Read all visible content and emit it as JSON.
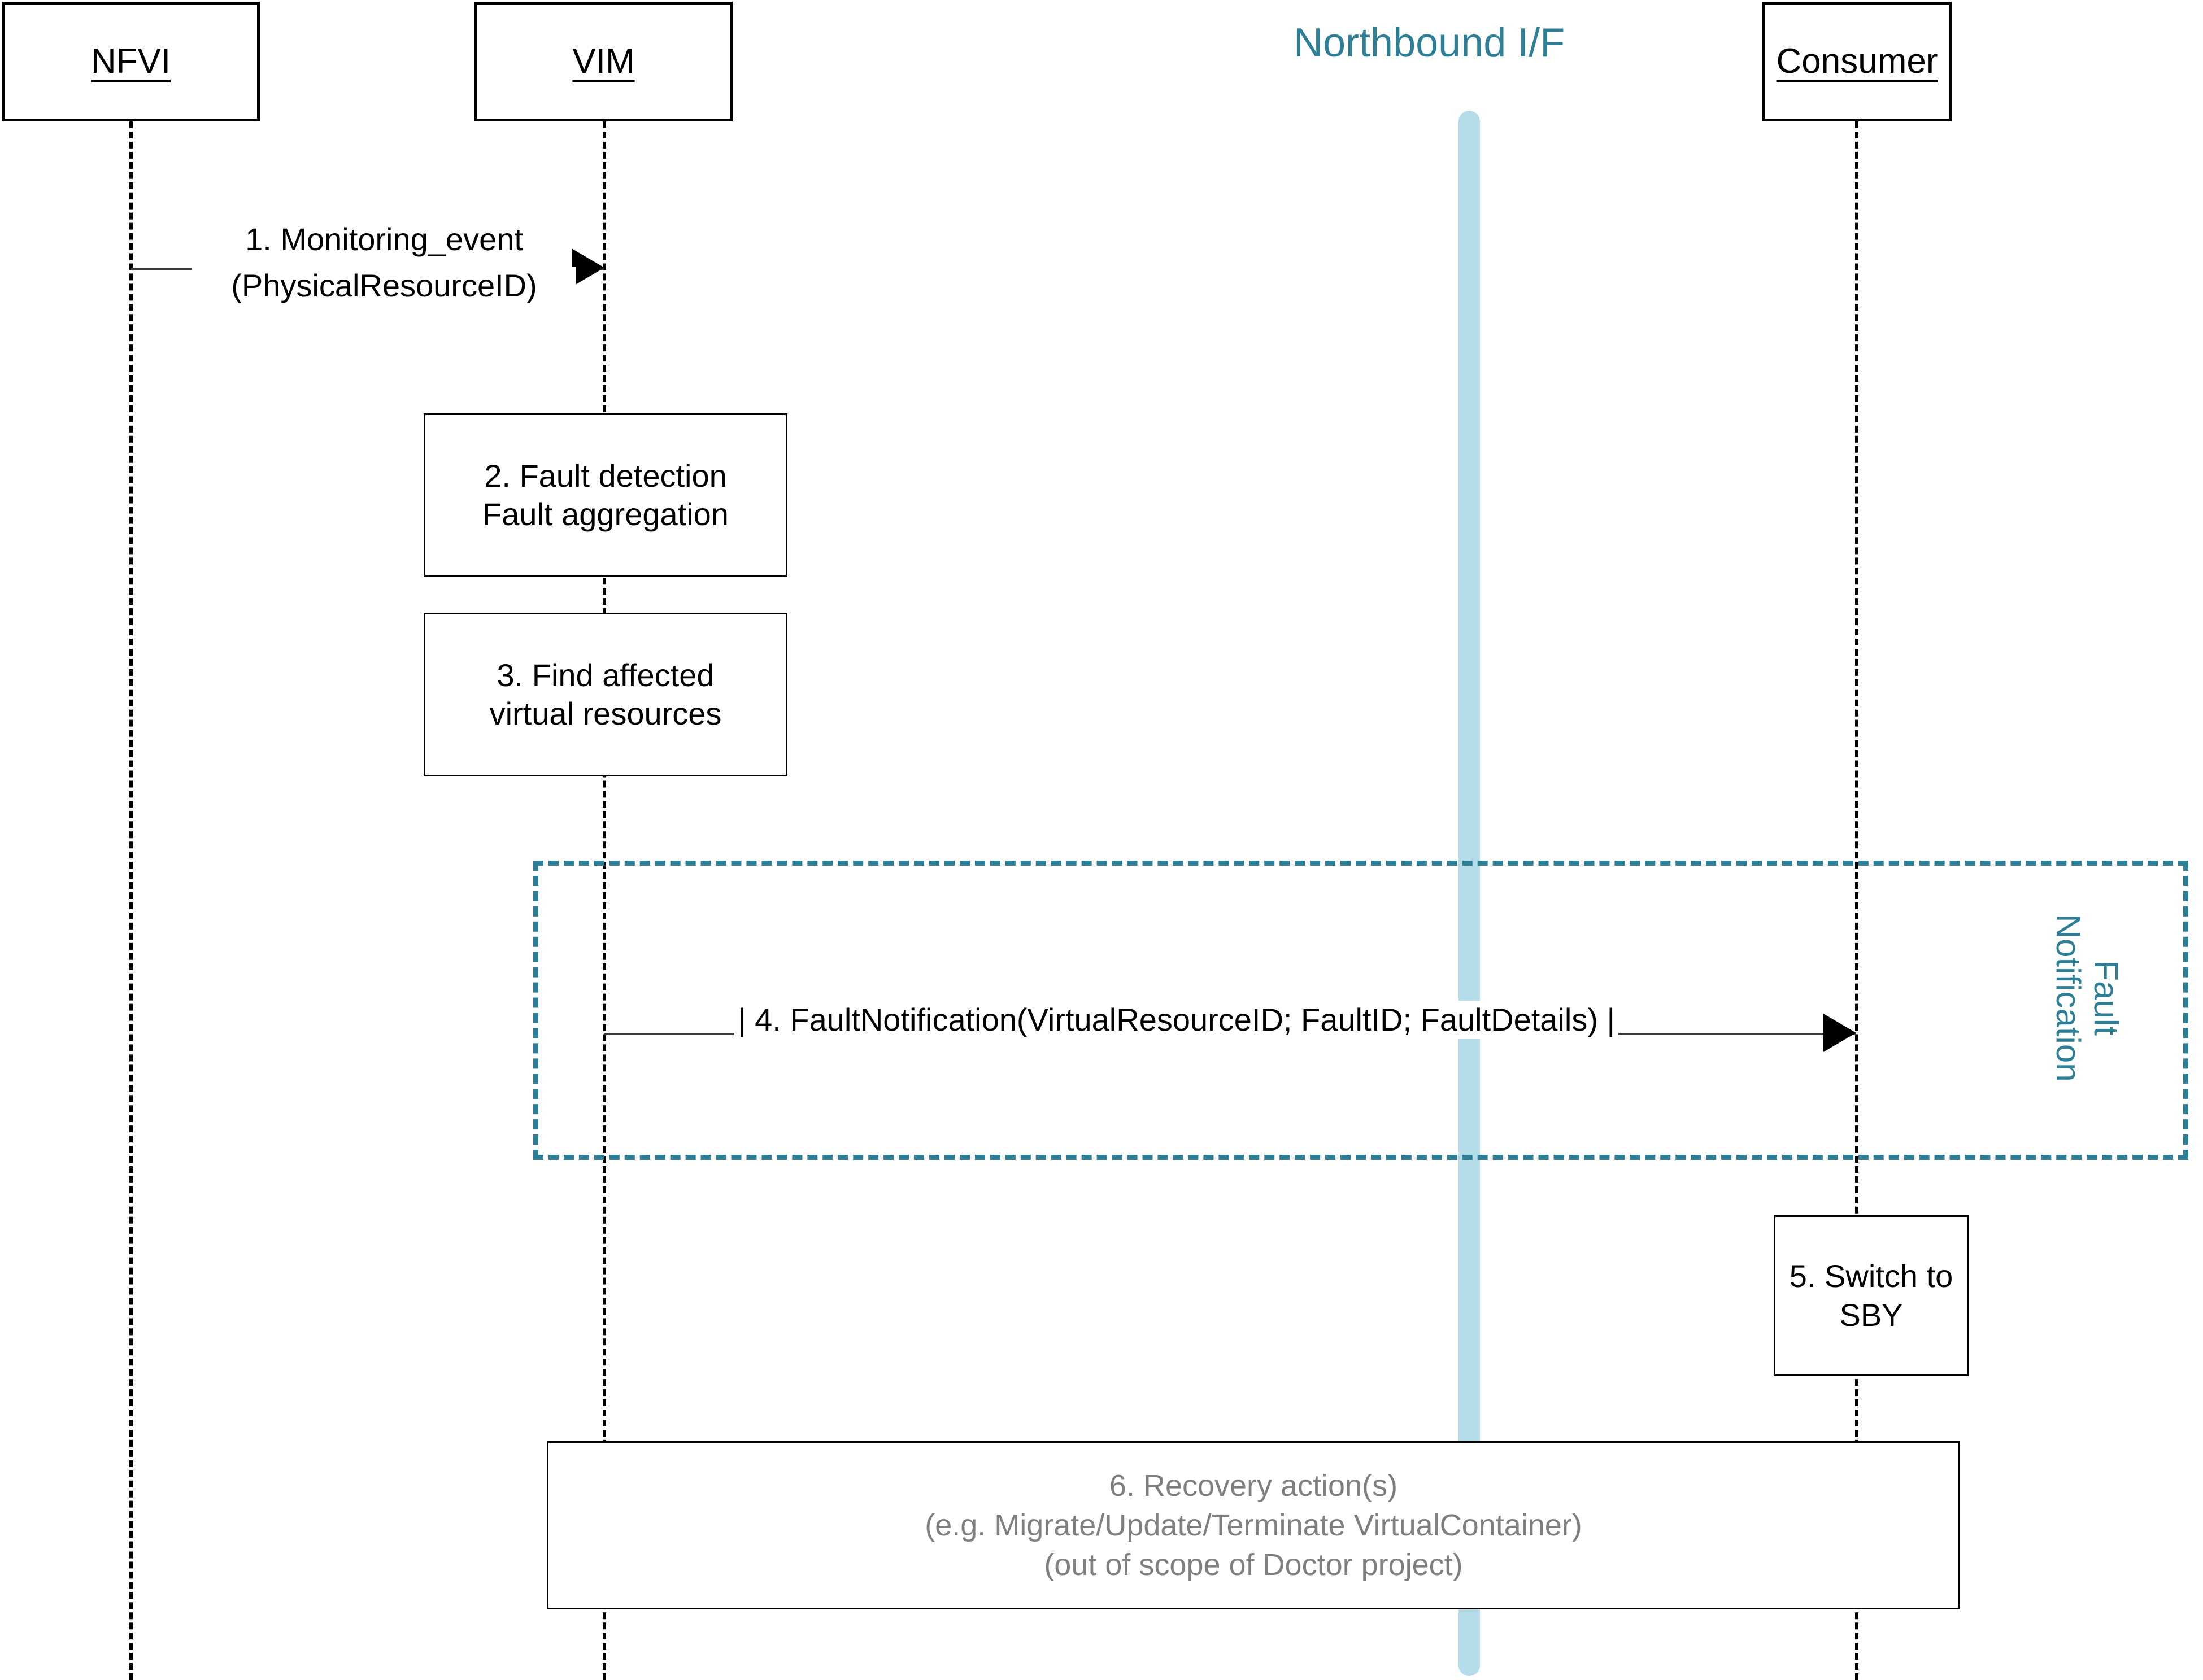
{
  "diagram": {
    "type": "uml-sequence-diagram",
    "title_visible": false,
    "colors": {
      "accent_teal": "#2E7F96",
      "northbound_bar": "#B5DCE9",
      "line_black": "#000000",
      "muted_text": "#7F7F7F"
    }
  },
  "lifelines": [
    {
      "id": "nfvi",
      "label": "NFVI"
    },
    {
      "id": "vim",
      "label": "VIM"
    },
    {
      "id": "consumer",
      "label": "Consumer"
    }
  ],
  "northbound": {
    "label": "Northbound I/F"
  },
  "messages": [
    {
      "id": "msg1",
      "number": "1.",
      "from": "nfvi",
      "to": "vim",
      "line1": "1. Monitoring_event",
      "line2": "(PhysicalResourceID)"
    },
    {
      "id": "msg4",
      "number": "4.",
      "from": "vim",
      "to": "consumer",
      "text": "| 4. FaultNotification(VirtualResourceID; FaultID; FaultDetails) |"
    }
  ],
  "activations": [
    {
      "id": "step2",
      "on": "vim",
      "line1": "2. Fault detection",
      "line2": "Fault aggregation"
    },
    {
      "id": "step3",
      "on": "vim",
      "line1": "3. Find affected",
      "line2": "virtual resources"
    },
    {
      "id": "step5",
      "on": "consumer",
      "line1": "5. Switch to",
      "line2": "SBY"
    },
    {
      "id": "step6",
      "on": "span",
      "line1": "6. Recovery action(s)",
      "line2": "(e.g. Migrate/Update/Terminate VirtualContainer)",
      "line3": "(out of scope of Doctor project)"
    }
  ],
  "fragment": {
    "id": "fault-notification-frame",
    "label_line1": "Fault",
    "label_line2": "Notification",
    "label_full": "Fault\nNotification",
    "style": "dashed"
  }
}
